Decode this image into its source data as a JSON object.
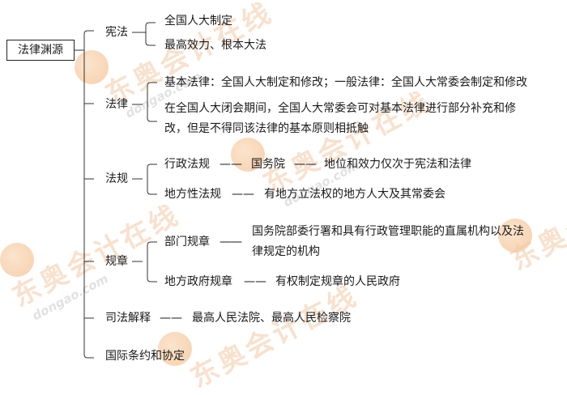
{
  "root": "法律渊源",
  "branches": {
    "xianfa": {
      "label": "宪法",
      "items": [
        "全国人大制定",
        "最高效力、根本大法"
      ]
    },
    "falv": {
      "label": "法律",
      "items": [
        "基本法律：全国人大制定和修改；一般法律：全国人大常委会制定和修改",
        "在全国人大闭会期间，全国人大常委会可对基本法律进行部分补充和修",
        "改，但是不得同该法律的基本原则相抵触"
      ]
    },
    "fagui": {
      "label": "法规",
      "items": [
        {
          "name": "行政法规",
          "dash": "——",
          "body": "国务院",
          "dash2": "——",
          "desc": "地位和效力仅次于宪法和法律"
        },
        {
          "name": "地方性法规",
          "dash": "——",
          "desc": "有地方立法权的地方人大及其常委会"
        }
      ]
    },
    "guizhang": {
      "label": "规章",
      "items": [
        {
          "name": "部门规章",
          "dash": "——",
          "desc_line1": "国务院部委行署和具有行政管理职能的直属机构以及法",
          "desc_line2": "律规定的机构"
        },
        {
          "name": "地方政府规章",
          "dash": "——",
          "desc": "有权制定规章的人民政府"
        }
      ]
    },
    "sifa": {
      "label": "司法解释",
      "dash": "——",
      "desc": "最高人民法院、最高人民检察院"
    },
    "guoji": {
      "label": "国际条约和协定"
    }
  },
  "watermark": {
    "cn": "东奥会计在线",
    "en": "dongao.com"
  }
}
